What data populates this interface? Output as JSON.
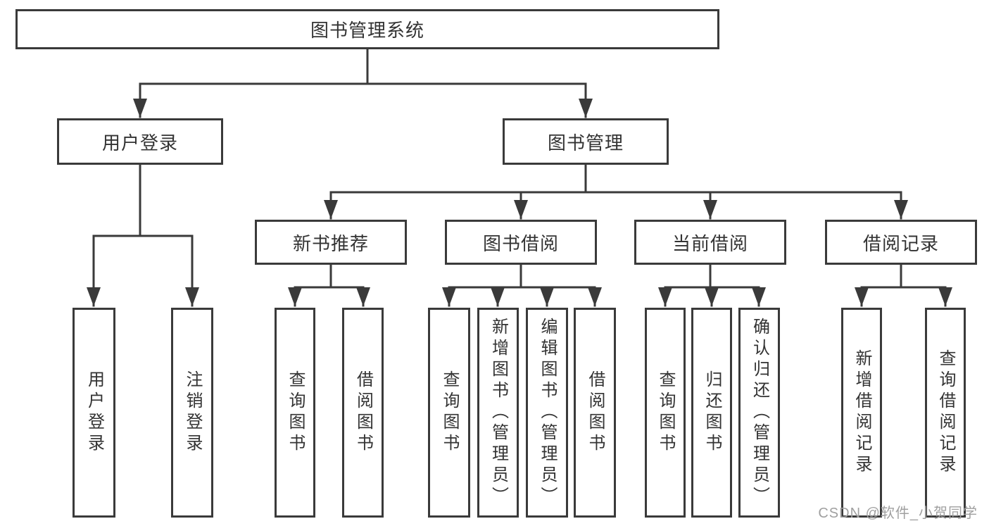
{
  "diagram": {
    "root": {
      "label": "图书管理系统"
    },
    "level2": {
      "user_login": {
        "label": "用户登录"
      },
      "book_manage": {
        "label": "图书管理"
      }
    },
    "level3": {
      "new_books": {
        "label": "新书推荐"
      },
      "book_borrow": {
        "label": "图书借阅"
      },
      "current_borrow": {
        "label": "当前借阅"
      },
      "borrow_records": {
        "label": "借阅记录"
      }
    },
    "level4": {
      "user_login": [
        "用户登录",
        "注销登录"
      ],
      "new_books": [
        "查询图书",
        "借阅图书"
      ],
      "book_borrow": [
        "查询图书",
        "新增图书（管理员）",
        "编辑图书（管理员）",
        "借阅图书"
      ],
      "current_borrow": [
        "查询图书",
        "归还图书",
        "确认归还（管理员）"
      ],
      "borrow_records": [
        "新增借阅记录",
        "查询借阅记录"
      ]
    },
    "colors": {
      "line": "#3a3a3a",
      "text": "#333333",
      "background": "#ffffff",
      "watermark": "#a0a0a0"
    }
  },
  "watermark": {
    "text": "CSDN @软件_小贺同学"
  }
}
